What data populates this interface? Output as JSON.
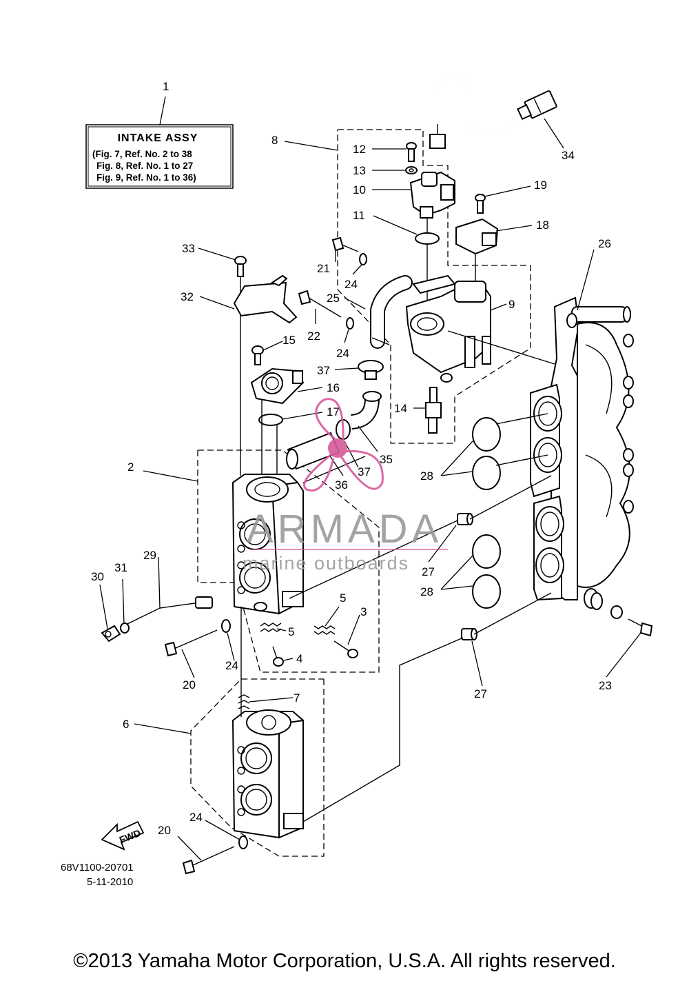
{
  "info_box": {
    "title": "INTAKE ASSY",
    "lines": [
      "(Fig. 7, Ref. No. 2 to 38",
      "Fig. 8, Ref. No. 1 to 27",
      "Fig. 9, Ref. No. 1 to 36)"
    ]
  },
  "callouts": {
    "c1": "1",
    "c2": "2",
    "c3": "3",
    "c4": "4",
    "c5a": "5",
    "c5b": "5",
    "c6": "6",
    "c7": "7",
    "c8": "8",
    "c9": "9",
    "c10": "10",
    "c11": "11",
    "c12": "12",
    "c13": "13",
    "c14": "14",
    "c15": "15",
    "c16": "16",
    "c17": "17",
    "c18": "18",
    "c19": "19",
    "c20a": "20",
    "c20b": "20",
    "c21": "21",
    "c22": "22",
    "c23": "23",
    "c24a": "24",
    "c24b": "24",
    "c24c": "24",
    "c24d": "24",
    "c25": "25",
    "c26": "26",
    "c27a": "27",
    "c27b": "27",
    "c28a": "28",
    "c28b": "28",
    "c29": "29",
    "c30": "30",
    "c31": "31",
    "c32": "32",
    "c33": "33",
    "c34": "34",
    "c35": "35",
    "c36": "36",
    "c37a": "37",
    "c37b": "37"
  },
  "fwd_label": "FWD",
  "drawing_code": "68V1100-20701",
  "drawing_date": "5-11-2010",
  "watermark": {
    "brand": "ARMADA",
    "tagline": "marine outboards",
    "accent_color": "#d6589a"
  },
  "copyright": "©2013 Yamaha Motor Corporation, U.S.A. All rights reserved."
}
